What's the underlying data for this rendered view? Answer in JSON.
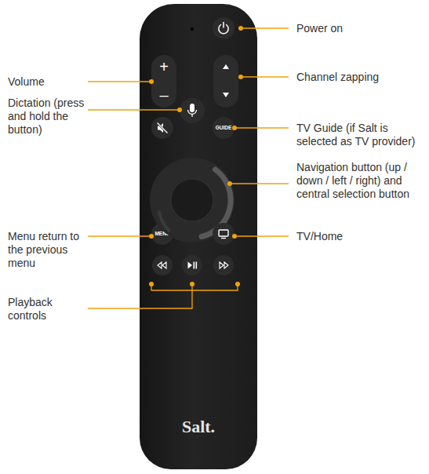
{
  "diagram": {
    "nodes": [
      {
        "text": [
          "Salt."
        ]
      },
      {
        "text": [
          "+",
          "–"
        ],
        "in": 0
      },
      {
        "text": [
          "GUIDE"
        ],
        "in": 0
      },
      {
        "text": [
          "MENU"
        ],
        "in": 0
      }
    ],
    "labels": [
      "Power on",
      "Channel zapping",
      "Volume",
      "Dictation (press and hold the button)",
      "TV Guide (if Salt is selected as TV provider)",
      "Navigation button (up / down / left / right) and central selection button",
      "Menu return to the previous menu",
      "TV/Home",
      "Playback controls"
    ]
  }
}
